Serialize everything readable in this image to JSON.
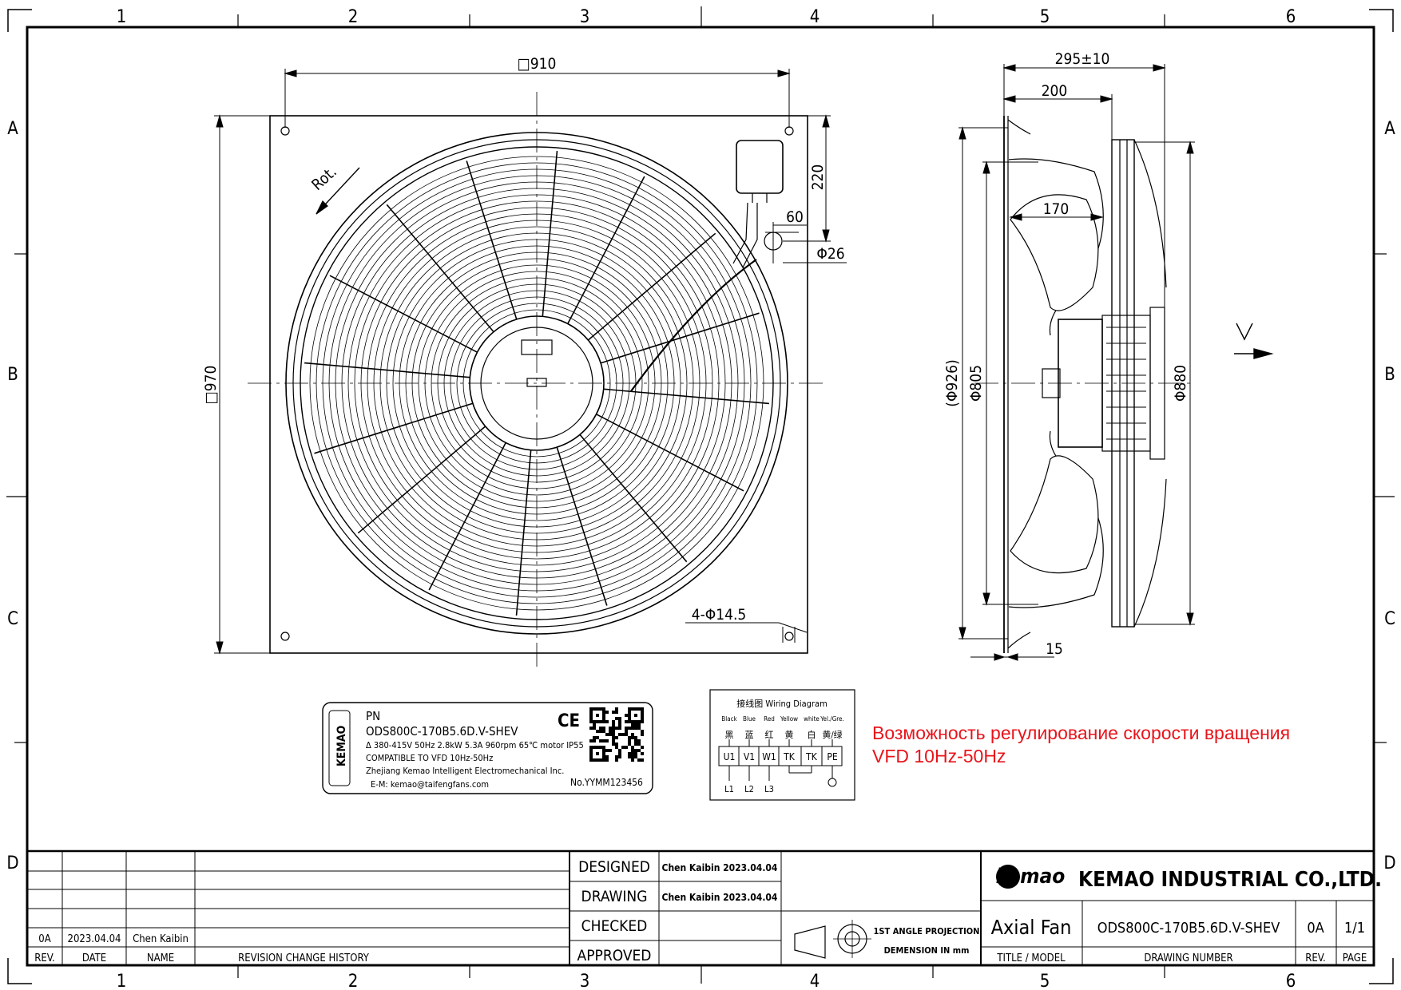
{
  "border": {
    "columns": [
      "1",
      "2",
      "3",
      "4",
      "5",
      "6"
    ],
    "rows": [
      "A",
      "B",
      "C",
      "D"
    ]
  },
  "front_view": {
    "dim_width": "□910",
    "dim_height": "□970",
    "dim_box_height": "220",
    "dim_box_offset": "60",
    "dim_cable": "Φ26",
    "dim_holes": "4-Φ14.5",
    "rotation_label": "Rot."
  },
  "side_view": {
    "dim_depth": "295±10",
    "dim_depth2": "200",
    "dim_blade": "170",
    "dim_outer": "(Φ926)",
    "dim_inner": "Φ805",
    "dim_guard": "Φ880",
    "dim_flange": "15",
    "airflow_label": "V"
  },
  "nameplate": {
    "pn_label": "PN",
    "model": "ODS800C-170B5.6D.V-SHEV",
    "specs": "Δ 380-415V 50Hz 2.8kW 5.3A 960rpm 65℃ motor IP55",
    "vfd": "COMPATIBLE TO VFD 10Hz-50Hz",
    "company": "Zhejiang Kemao Intelligent Electromechanical Inc.",
    "email": "E-M: kemao@taifengfans.com",
    "serial": "No.YYMM123456",
    "ce_mark": "CE",
    "logo": "KEMAO"
  },
  "wiring": {
    "title": "接线图  Wiring Diagram",
    "colors_en": [
      "Black",
      "Blue",
      "Red",
      "Yellow",
      "white",
      "Yel./Gre."
    ],
    "colors_cn": [
      "黑",
      "蓝",
      "红",
      "黄",
      "白",
      "黄/绿"
    ],
    "terminals": [
      "U1",
      "V1",
      "W1",
      "TK",
      "TK",
      "PE"
    ],
    "lines": [
      "L1",
      "L2",
      "L3"
    ]
  },
  "note": {
    "line1": "Возможность регулирование скорости вращения",
    "line2": "VFD 10Hz-50Hz"
  },
  "title_block": {
    "revision": {
      "rev": "0A",
      "date": "2023.04.04",
      "name": "Chen Kaibin"
    },
    "headers": {
      "rev": "REV.",
      "date": "DATE",
      "name": "NAME",
      "history": "REVISION CHANGE HISTORY"
    },
    "designed_label": "DESIGNED",
    "drawing_label": "DRAWING",
    "checked_label": "CHECKED",
    "approved_label": "APPROVED",
    "designed_by": "Chen Kaibin 2023.04.04",
    "drawn_by": "Chen Kaibin 2023.04.04",
    "projection_line1": "1ST ANGLE PROJECTION",
    "projection_line2": "DEMENSION IN mm",
    "logo": "kemao",
    "company": "KEMAO INDUSTRIAL CO.,LTD.",
    "title": "Axial Fan",
    "drawing_number": "ODS800C-170B5.6D.V-SHEV",
    "rev": "0A",
    "page": "1/1",
    "title_label": "TITLE / MODEL",
    "number_label": "DRAWING NUMBER",
    "rev_label": "REV.",
    "page_label": "PAGE"
  },
  "colors": {
    "line": "#000000",
    "note": "#e8141b"
  }
}
